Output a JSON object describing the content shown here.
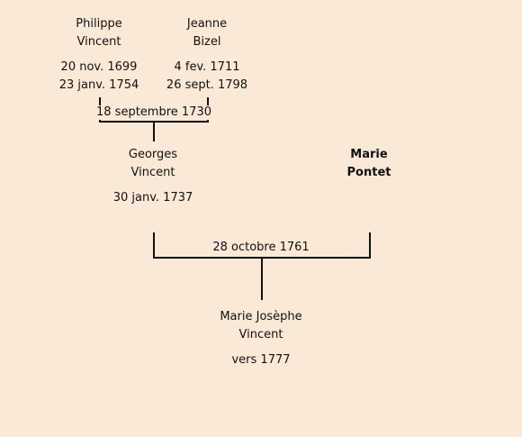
{
  "persons": {
    "philippe": {
      "first": "Philippe",
      "last": "Vincent",
      "birth": "20 nov. 1699",
      "death": "23 janv. 1754"
    },
    "jeanne": {
      "first": "Jeanne",
      "last": "Bizel",
      "birth": "4 fev. 1711",
      "death": "26 sept. 1798"
    },
    "georges": {
      "first": "Georges",
      "last": "Vincent",
      "birth": "30 janv. 1737"
    },
    "marie_pontet": {
      "first": "Marie",
      "last": "Pontet"
    },
    "marie_josephe": {
      "first": "Marie Josèphe",
      "last": "Vincent",
      "birth": "vers 1777"
    }
  },
  "marriages": {
    "m1": "18 septembre 1730",
    "m2": "28 octobre 1761"
  },
  "colors": {
    "background": "#fbe9d7",
    "line": "#111111"
  }
}
